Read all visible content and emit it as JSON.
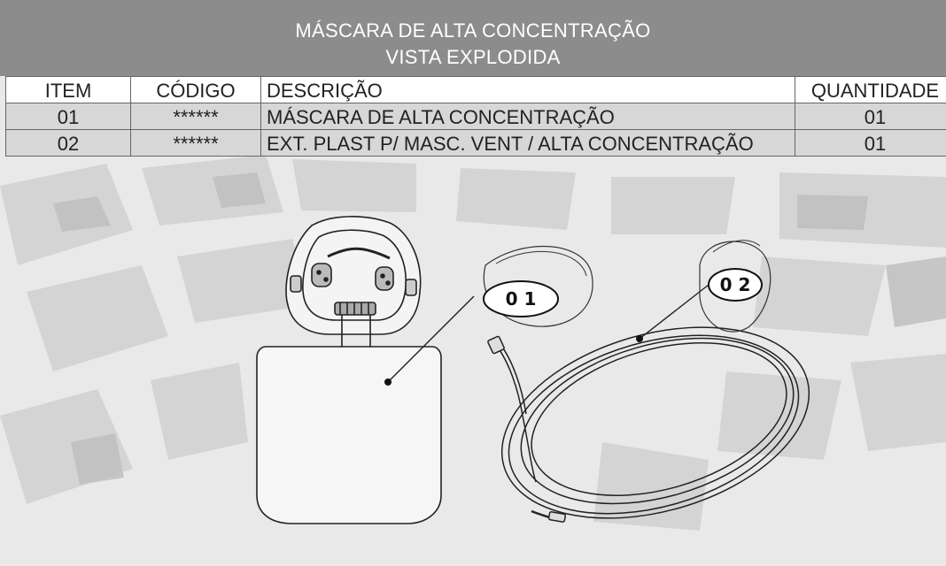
{
  "header": {
    "title_line1": "MÁSCARA DE ALTA CONCENTRAÇÃO",
    "title_line2": "VISTA EXPLODIDA"
  },
  "table": {
    "columns": [
      "ITEM",
      "CÓDIGO",
      "DESCRIÇÃO",
      "QUANTIDADE"
    ],
    "rows": [
      {
        "item": "01",
        "codigo": "******",
        "descricao": "MÁSCARA DE ALTA CONCENTRAÇÃO",
        "quantidade": "01"
      },
      {
        "item": "02",
        "codigo": "******",
        "descricao": "EXT. PLAST P/ MASC. VENT / ALTA CONCENTRAÇÃO",
        "quantidade": "01"
      }
    ]
  },
  "callouts": {
    "part1": "0 1",
    "part2": "0 2"
  },
  "colors": {
    "title_bar": "#8c8c8c",
    "background": "#ebebeb",
    "row_fill": "#c8c8c8",
    "line": "#222222"
  }
}
